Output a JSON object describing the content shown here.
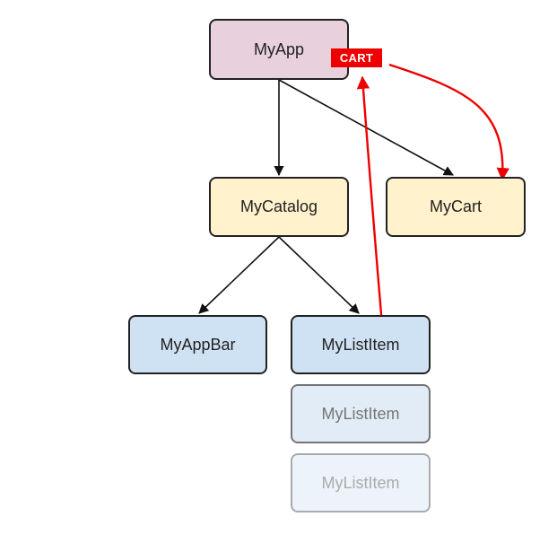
{
  "nodes": {
    "myapp": {
      "label": "MyApp",
      "color": "#e8d0dc"
    },
    "mycatalog": {
      "label": "MyCatalog",
      "color": "#fff2cc"
    },
    "mycart": {
      "label": "MyCart",
      "color": "#fff2cc"
    },
    "myappbar": {
      "label": "MyAppBar",
      "color": "#cfe2f3"
    },
    "mylistitem_1": {
      "label": "MyListItem",
      "color": "#cfe2f3"
    },
    "mylistitem_2": {
      "label": "MyListItem",
      "color": "#cfe2f3"
    },
    "mylistitem_3": {
      "label": "MyListItem",
      "color": "#cfe2f3"
    }
  },
  "badge": {
    "label": "CART",
    "color": "#ee0000"
  },
  "colors": {
    "edge": "#111111",
    "highlight": "#ee0000"
  }
}
